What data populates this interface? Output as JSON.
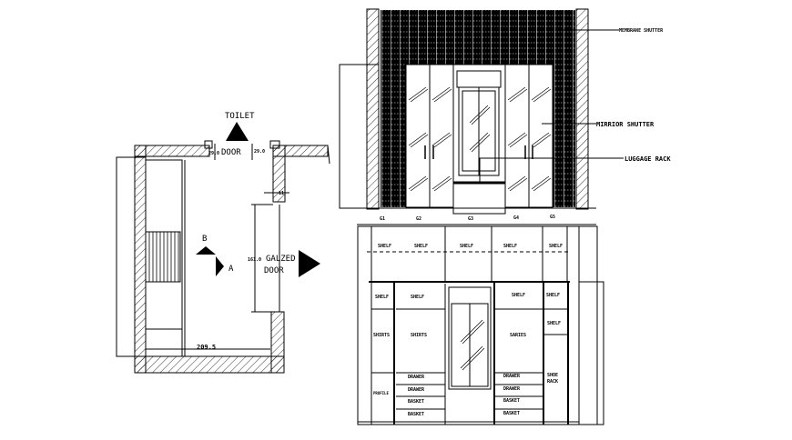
{
  "plan": {
    "toilet_label": "TOILET",
    "door_label": "DOOR",
    "door_dim_left": "29.0",
    "door_dim_right": "29.0",
    "jamb_dim": "11",
    "glazed_door_dim": "161.0",
    "glazed_door_label_1": "GALZED",
    "glazed_door_label_2": "DOOR",
    "width_dim": "209.5",
    "section_b": "B",
    "section_a": "A"
  },
  "front_elevation": {
    "membrane_shutter": "MEMBRANE SHUTTER",
    "mirror_shutter": "MIRRIOR SHUTTER",
    "luggage_rack": "LUGGAGE RACK",
    "grids": [
      "G1",
      "G2",
      "G3",
      "G4",
      "G5"
    ]
  },
  "internal_elevation": {
    "top_shelves": [
      "SHELF",
      "SHELF",
      "SHELF",
      "SHELF",
      "SHELF"
    ],
    "col1": [
      "SHELF",
      "SHIRTS",
      "PROFILE"
    ],
    "col2": [
      "SHELF",
      "SHIRTS",
      "DRAWER",
      "DRAWER",
      "BASKET",
      "BASKET"
    ],
    "col4": [
      "SHELF",
      "SARIES",
      "DRAWER",
      "DRAWER",
      "BASKET",
      "BASKET"
    ],
    "col5": [
      "SHELF",
      "SHELF",
      "SHOE",
      "RACK"
    ]
  },
  "colors": {
    "line": "#000000",
    "background": "#ffffff"
  }
}
